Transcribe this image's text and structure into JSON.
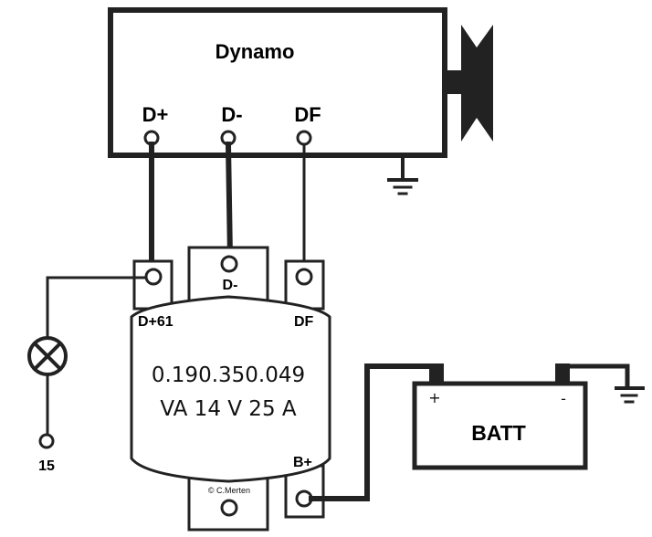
{
  "diagram": {
    "type": "wiring-schematic",
    "colors": {
      "line": "#222222",
      "text": "#000000",
      "background": "#ffffff"
    },
    "dynamo": {
      "title": "Dynamo",
      "terminals": [
        {
          "id": "dplus",
          "label": "D+"
        },
        {
          "id": "dminus",
          "label": "D-"
        },
        {
          "id": "df",
          "label": "DF"
        }
      ],
      "pulley_icon": "pulley-icon",
      "ground_icon": "ground-icon"
    },
    "regulator": {
      "part_number": "0.190.350.049",
      "rating": "VA 14 V 25 A",
      "terminals": {
        "d61": "D+61",
        "dminus": "D-",
        "df": "DF",
        "bplus": "B+"
      },
      "copyright": "© C.Merten"
    },
    "lamp": {
      "icon": "lamp-icon",
      "terminal_label": "15"
    },
    "battery": {
      "label": "BATT",
      "plus": "+",
      "minus": "-",
      "ground_icon": "ground-icon"
    },
    "connections": [
      {
        "from": "Dynamo D+",
        "to": "Regulator D+61"
      },
      {
        "from": "Dynamo D-",
        "to": "Regulator D-"
      },
      {
        "from": "Dynamo DF",
        "to": "Regulator DF"
      },
      {
        "from": "Regulator D+61",
        "to": "Lamp",
        "then": "Terminal 15"
      },
      {
        "from": "Regulator B+",
        "to": "Battery +"
      },
      {
        "from": "Battery -",
        "to": "Ground"
      },
      {
        "from": "Dynamo housing",
        "to": "Ground"
      }
    ]
  }
}
